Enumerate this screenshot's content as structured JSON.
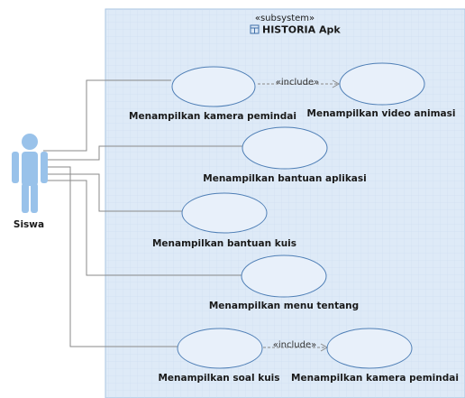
{
  "colors": {
    "subsystem_fill": "#deeaf7",
    "subsystem_stroke": "#a9c4e2",
    "grid": "#c9dcf0",
    "usecase_fill": "#e8f0fa",
    "usecase_stroke": "#4f7fb6",
    "actor": "#99c2ea",
    "connector": "#8a8a8a"
  },
  "subsystem": {
    "stereotype": "«subsystem»",
    "title": "HISTORIA Apk",
    "icon": "subsystem-icon"
  },
  "actor": {
    "name": "Siswa",
    "icon": "actor-stick-figure-icon"
  },
  "use_cases": [
    {
      "id": "uc1",
      "label": "Menampilkan kamera pemindai"
    },
    {
      "id": "uc2",
      "label": "Menampilkan video animasi"
    },
    {
      "id": "uc3",
      "label": "Menampilkan bantuan aplikasi"
    },
    {
      "id": "uc4",
      "label": "Menampilkan bantuan kuis"
    },
    {
      "id": "uc5",
      "label": "Menampilkan menu tentang"
    },
    {
      "id": "uc6",
      "label": "Menampilkan soal kuis"
    },
    {
      "id": "uc7",
      "label": "Menampilkan kamera pemindai"
    }
  ],
  "includes": [
    {
      "from": "uc1",
      "to": "uc2",
      "label": "«include»"
    },
    {
      "from": "uc6",
      "to": "uc7",
      "label": "«include»"
    }
  ],
  "associations": [
    {
      "actor": "Siswa",
      "use_case": "uc1"
    },
    {
      "actor": "Siswa",
      "use_case": "uc3"
    },
    {
      "actor": "Siswa",
      "use_case": "uc4"
    },
    {
      "actor": "Siswa",
      "use_case": "uc5"
    },
    {
      "actor": "Siswa",
      "use_case": "uc6"
    }
  ]
}
